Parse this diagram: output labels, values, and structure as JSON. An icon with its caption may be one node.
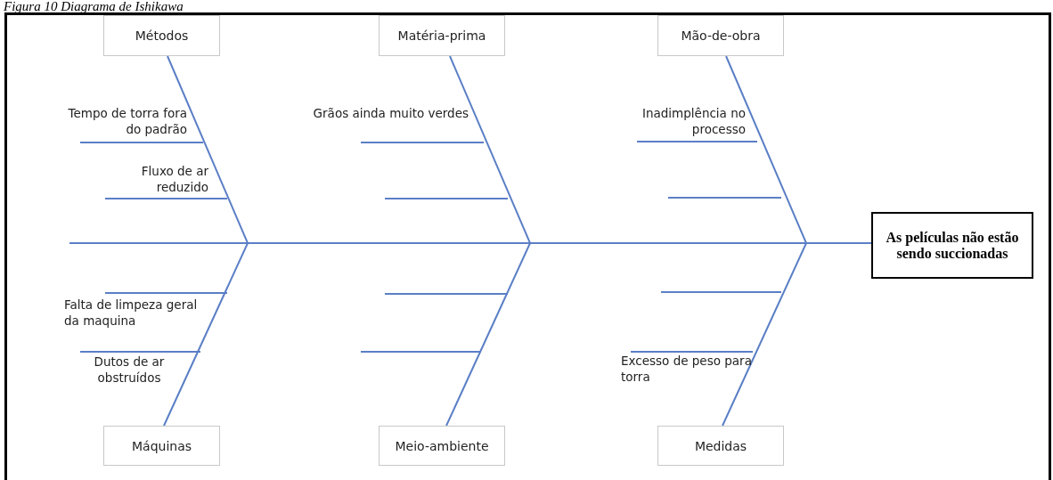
{
  "diagram": {
    "title": "Figura 10 Diagrama de Ishikawa",
    "nodes": [
      {
        "text": [
          "Métodos"
        ]
      },
      {
        "text": [
          "Matéria-prima"
        ]
      },
      {
        "text": [
          "Mão-de-obra"
        ]
      },
      {
        "text": [
          "Tempo de torra fora do padrão"
        ]
      },
      {
        "text": [
          "Grãos ainda muito verdes"
        ]
      },
      {
        "text": [
          "Inadimplência no processo"
        ]
      },
      {
        "text": [
          "Fluxo de ar reduzido"
        ]
      },
      {
        "text": [
          "As películas não estão sendo succionadas"
        ]
      },
      {
        "text": [
          "Falta de limpeza geral da maquina"
        ]
      },
      {
        "text": [
          "Dutos de ar obstruídos"
        ]
      },
      {
        "text": [
          "Excesso de peso para torra"
        ]
      },
      {
        "text": [
          "Máquinas"
        ]
      },
      {
        "text": [
          "Meio-ambiente"
        ]
      },
      {
        "text": [
          "Medidas"
        ]
      }
    ],
    "edges": [
      {
        "from": 0,
        "to": 7,
        "arrow": "none"
      },
      {
        "from": 1,
        "to": 7,
        "arrow": "none"
      },
      {
        "from": 2,
        "to": 7,
        "arrow": "none"
      },
      {
        "from": 11,
        "to": 7,
        "arrow": "none"
      },
      {
        "from": 12,
        "to": 7,
        "arrow": "none"
      },
      {
        "from": 13,
        "to": 7,
        "arrow": "none"
      },
      {
        "from": 3,
        "to": null,
        "arrow": "none"
      },
      {
        "from": 4,
        "to": null,
        "arrow": "none"
      },
      {
        "from": 5,
        "to": null,
        "arrow": "none"
      },
      {
        "from": 6,
        "to": null,
        "arrow": "none"
      },
      {
        "from": 8,
        "to": null,
        "arrow": "none"
      },
      {
        "from": 9,
        "to": null,
        "arrow": "none"
      },
      {
        "from": 10,
        "to": null,
        "arrow": "none"
      }
    ]
  }
}
